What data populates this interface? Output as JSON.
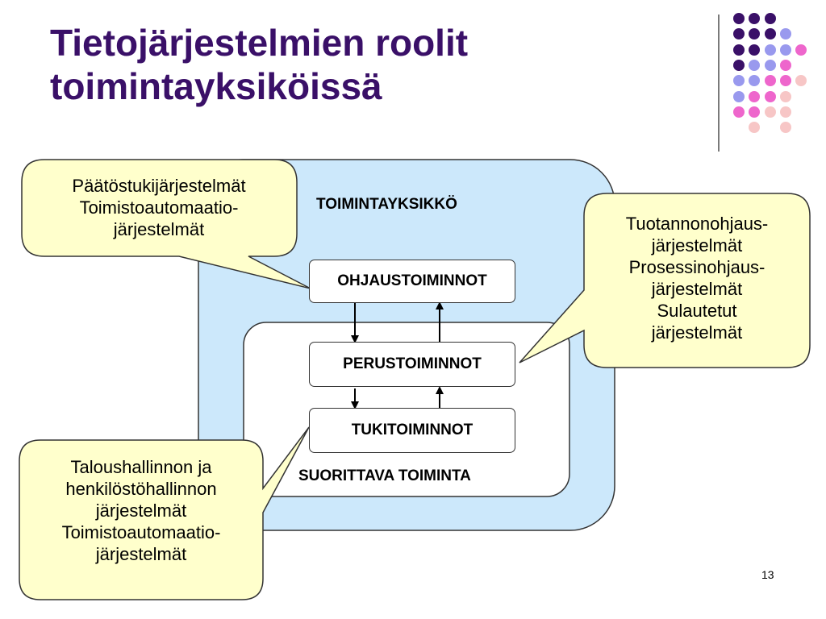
{
  "title": {
    "line1": "Tietojärjestelmien roolit",
    "line2": "toimintayksiköissä"
  },
  "decor": {
    "dot_colors": {
      "dark_purple": "#3a1068",
      "lavender": "#9999ee",
      "pink": "#ee66cc",
      "light_pink": "#f7c6c6"
    },
    "dot_rows": [
      [
        "dark_purple",
        "dark_purple",
        "dark_purple",
        "none"
      ],
      [
        "dark_purple",
        "dark_purple",
        "dark_purple",
        "lavender"
      ],
      [
        "dark_purple",
        "dark_purple",
        "lavender",
        "lavender",
        "pink"
      ],
      [
        "dark_purple",
        "lavender",
        "lavender",
        "pink"
      ],
      [
        "lavender",
        "lavender",
        "pink",
        "pink",
        "light_pink"
      ],
      [
        "lavender",
        "pink",
        "pink",
        "light_pink"
      ],
      [
        "pink",
        "pink",
        "light_pink",
        "light_pink"
      ],
      [
        "none",
        "light_pink",
        "none",
        "light_pink"
      ]
    ]
  },
  "diagram": {
    "outer_label": "TOIMINTAYKSIKKÖ",
    "inner_label": "SUORITTAVA TOIMINTA",
    "boxes": {
      "ohjaus": "OHJAUSTOIMINNOT",
      "perus": "PERUSTOIMINNOT",
      "tuki": "TUKITOIMINNOT"
    },
    "colors": {
      "outer_fill": "#cce8fb",
      "callout_fill": "#ffffcc"
    }
  },
  "callouts": {
    "top_left": [
      "Päätöstukijärjestelmät",
      "Toimistoautomaatio-",
      "järjestelmät"
    ],
    "right": [
      "Tuotannonohjaus-",
      "järjestelmät",
      "Prosessinohjaus-",
      "järjestelmät",
      "Sulautetut",
      "järjestelmät"
    ],
    "bottom_left": [
      "Taloushallinnon ja",
      "henkilöstöhallinnon",
      "järjestelmät",
      "Toimistoautomaatio-",
      "järjestelmät"
    ]
  },
  "page_number": "13"
}
